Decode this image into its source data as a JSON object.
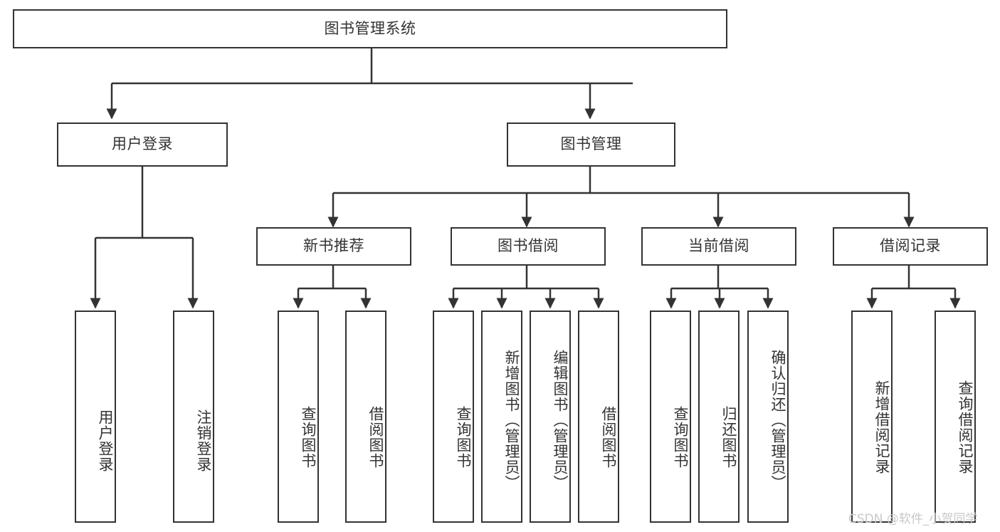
{
  "diagram": {
    "title": "图书管理系统",
    "watermark": "CSDN @软件_小贺同学",
    "line_color": "#333333",
    "box_fill": "#ffffff",
    "text_color": "#333333",
    "watermark_color": "#c8c8c8",
    "root": {
      "label": "图书管理系统"
    },
    "level2": [
      {
        "label": "用户登录"
      },
      {
        "label": "图书管理"
      }
    ],
    "level3": [
      {
        "label": "新书推荐"
      },
      {
        "label": "图书借阅"
      },
      {
        "label": "当前借阅"
      },
      {
        "label": "借阅记录"
      }
    ],
    "leaves": {
      "user_login": [
        {
          "label": "用户登录"
        },
        {
          "label": "注销登录"
        }
      ],
      "new_book_recommend": [
        {
          "label": "查询图书"
        },
        {
          "label": "借阅图书"
        }
      ],
      "book_borrow": [
        {
          "label": "查询图书"
        },
        {
          "label": "新增图书（管理员）"
        },
        {
          "label": "编辑图书（管理员）"
        },
        {
          "label": "借阅图书"
        }
      ],
      "current_borrow": [
        {
          "label": "查询图书"
        },
        {
          "label": "归还图书"
        },
        {
          "label": "确认归还（管理员）"
        }
      ],
      "borrow_record": [
        {
          "label": "新增借阅记录"
        },
        {
          "label": "查询借阅记录"
        }
      ]
    }
  }
}
